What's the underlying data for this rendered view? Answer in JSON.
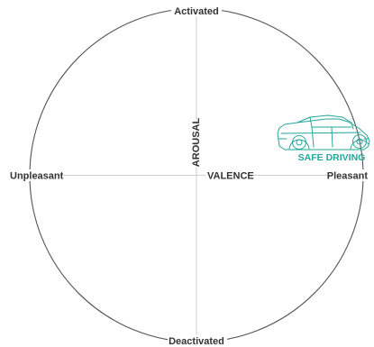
{
  "diagram": {
    "pole_top": "Activated",
    "pole_bottom": "Deactivated",
    "pole_left": "Unpleasant",
    "pole_right": "Pleasant",
    "vertical_axis_label": "AROUSAL",
    "horizontal_axis_label": "VALENCE",
    "marker_label": "SAFE DRIVING",
    "marker_icon": "car-icon",
    "colors": {
      "circle": "#555555",
      "axes": "#cccccc",
      "text": "#333333",
      "accent": "#26a69a"
    }
  }
}
